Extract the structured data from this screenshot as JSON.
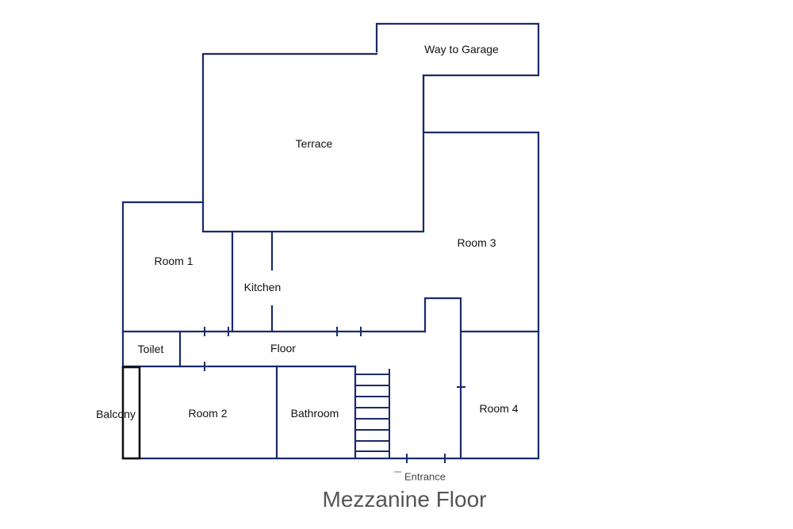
{
  "title": "Mezzanine Floor",
  "rooms": {
    "way_to_garage": "Way to Garage",
    "terrace": "Terrace",
    "room1": "Room 1",
    "room3": "Room 3",
    "kitchen": "Kitchen",
    "floor": "Floor",
    "toilet": "Toilet",
    "balcony": "Balcony",
    "room2": "Room 2",
    "bathroom": "Bathroom",
    "room4": "Room 4",
    "entrance": "Entrance"
  },
  "colors": {
    "wall": "#1a2a6c",
    "title": "#555555"
  }
}
